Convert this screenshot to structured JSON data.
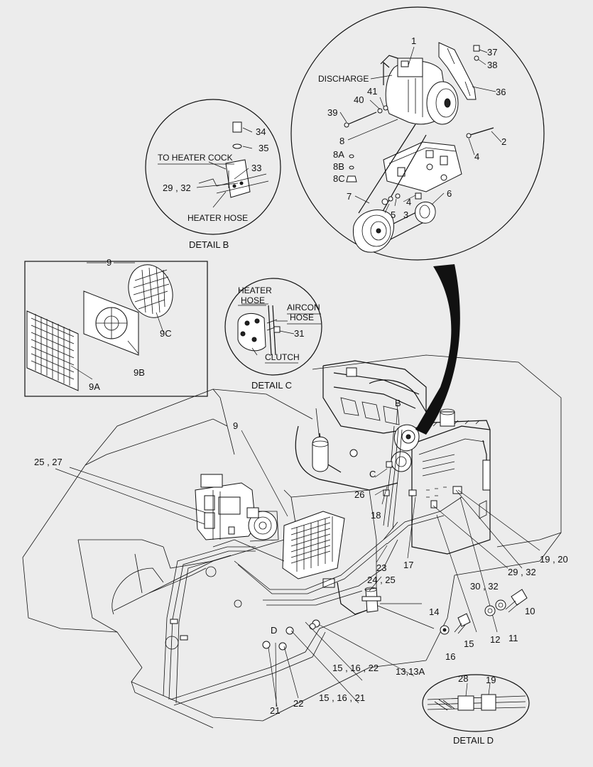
{
  "callouts": {
    "c1": "1",
    "c2": "2",
    "c3": "3",
    "c4a": "4",
    "c4b": "4",
    "c5": "5",
    "c6": "6",
    "c7": "7",
    "c8": "8",
    "c8A": "8A",
    "c8B": "8B",
    "c8C": "8C",
    "c9box": "9",
    "c9main": "9",
    "c9A": "9A",
    "c9B": "9B",
    "c9C": "9C",
    "c10": "10",
    "c11": "11",
    "c12": "12",
    "c13": "13,13A",
    "c14": "14",
    "c15": "15",
    "c16": "16",
    "c15_16_21": "15 , 16 , 21",
    "c15_16_22": "15 , 16 , 22",
    "c17": "17",
    "c18": "18",
    "c19_20": "19 , 20",
    "c21": "21",
    "c22": "22",
    "c23": "23",
    "c24_25": "24 , 25",
    "c25_27": "25 , 27",
    "c26": "26",
    "c29_32a": "29 , 32",
    "c29_32b": "29 , 32",
    "c30_32": "30 , 32",
    "c31": "31",
    "c33": "33",
    "c34": "34",
    "c35": "35",
    "c36": "36",
    "c37": "37",
    "c38": "38",
    "c39": "39",
    "c40": "40",
    "c41": "41",
    "d28": "28",
    "d19": "19",
    "mB": "B",
    "mC": "C",
    "mD": "D"
  },
  "labels": {
    "discharge": "DISCHARGE",
    "to_heater_cock": "TO HEATER COCK",
    "heater_hose_b": "HEATER HOSE",
    "heater_c_1": "HEATER",
    "heater_c_2": "HOSE",
    "aircon_c_1": "AIRCON",
    "aircon_c_2": "HOSE",
    "clutch": "CLUTCH"
  },
  "details": {
    "b": "DETAIL B",
    "c": "DETAIL C",
    "d": "DETAIL D"
  }
}
